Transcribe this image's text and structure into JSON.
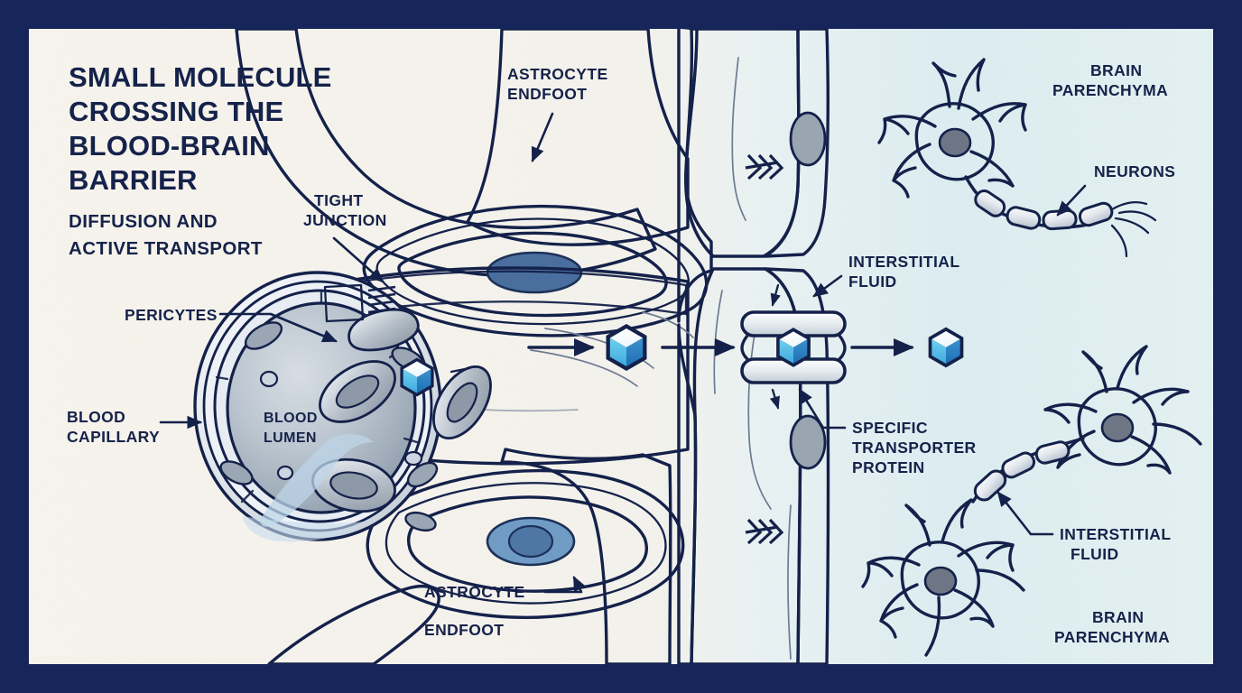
{
  "figure": {
    "title_lines": [
      "SMALL MOLECULE",
      "CROSSING THE",
      "BLOOD-BRAIN",
      "BARRIER"
    ],
    "subtitle_lines": [
      "DIFFUSION AND",
      "ACTIVE TRANSPORT"
    ],
    "border_color": "#17265a",
    "paper_color": "#f6f3ec",
    "brain_side_color": "#dff0f3",
    "ink_color": "#14214a",
    "molecule_colors": {
      "top": "#ffffff",
      "left": "#59c3ea",
      "right": "#2b7fc4",
      "outline": "#14214a"
    }
  },
  "labels": {
    "astrocyte_endfoot_top": [
      "ASTROCYTE",
      "ENDFOOT"
    ],
    "astrocyte_endfoot_bottom": [
      "ASTROCYTE",
      "ENDFOOT"
    ],
    "tight_junction": [
      "TIGHT",
      "JUNCTION"
    ],
    "pericytes": [
      "PERICYTES"
    ],
    "blood_capillary": [
      "BLOOD",
      "CAPILLARY"
    ],
    "blood_lumen": [
      "BLOOD",
      "LUMEN"
    ],
    "interstitial_fluid_top": [
      "INTERSTITIAL",
      "FLUID"
    ],
    "interstitial_fluid_bottom": [
      "INTERSTITIAL",
      "FLUID"
    ],
    "specific_transporter_protein": [
      "SPECIFIC",
      "TRANSPORTER",
      "PROTEIN"
    ],
    "brain_parenchyma_top": [
      "BRAIN",
      "PARENCHYMA"
    ],
    "brain_parenchyma_bottom": [
      "BRAIN",
      "PARENCHYMA"
    ],
    "neurons": [
      "NEURONS"
    ]
  },
  "diagram_data": {
    "type": "biological-schematic",
    "subject": "Blood-brain barrier small molecule transport",
    "transport_pathway": [
      "blood lumen",
      "capillary endothelium",
      "tight junction / transporter protein",
      "interstitial fluid",
      "brain parenchyma"
    ],
    "molecule_count_visible": 4,
    "molecule_positions": [
      "blood-lumen",
      "perivascular-space",
      "transporter-protein",
      "brain-parenchyma"
    ],
    "arrow_count": 3,
    "neuron_count": 3,
    "red_blood_cell_count": 4,
    "endothelial_nuclei_count": 2,
    "tight_junction_marks": 2
  }
}
